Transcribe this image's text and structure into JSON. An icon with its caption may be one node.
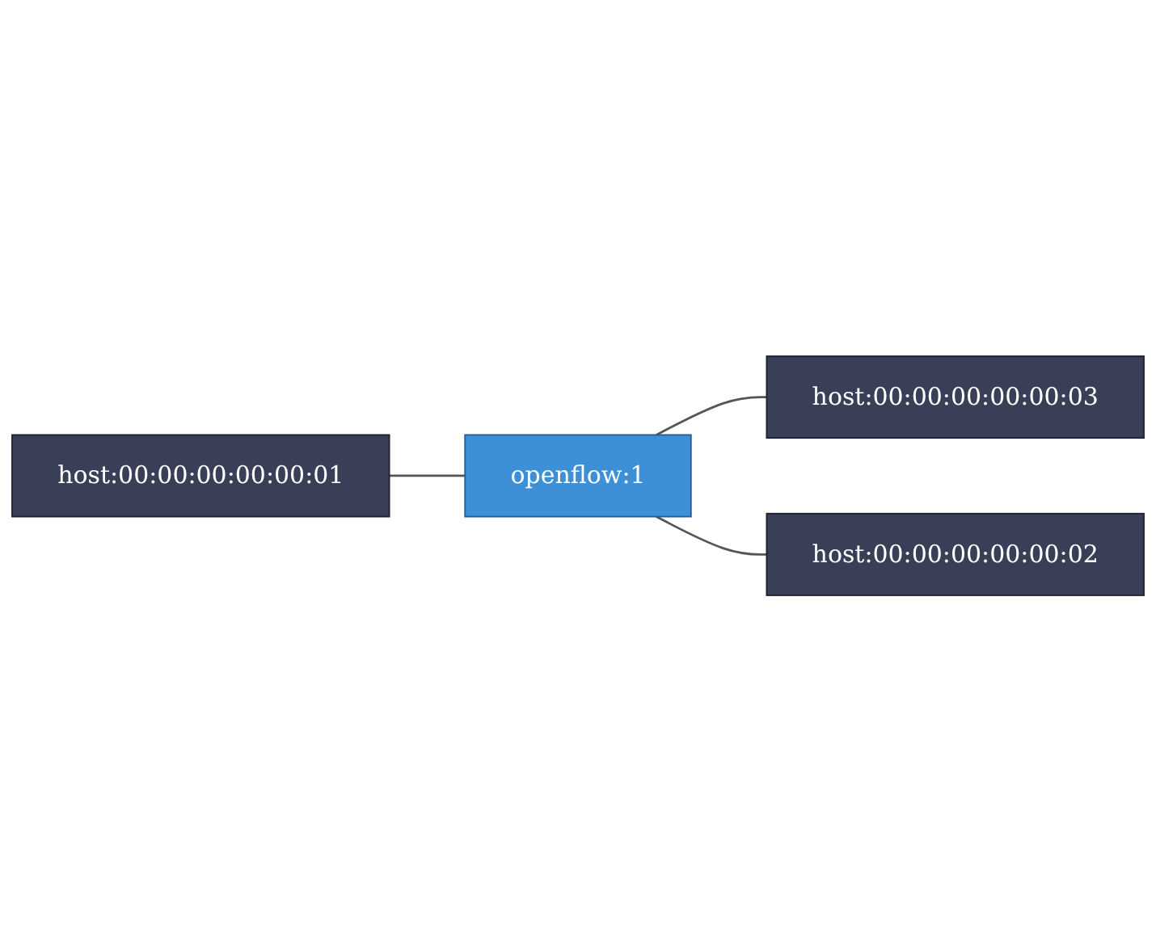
{
  "diagram": {
    "nodes": [
      {
        "text": [
          "host:00:00:00:00:00:01"
        ]
      },
      {
        "text": [
          "host:00:00:00:00:00:03"
        ]
      },
      {
        "text": [
          "openflow:1"
        ]
      },
      {
        "text": [
          "host:00:00:00:00:00:02"
        ]
      }
    ],
    "edges": [
      {
        "from": 0,
        "to": 2,
        "arrow": "none"
      },
      {
        "from": 2,
        "to": 1,
        "arrow": "none"
      },
      {
        "from": 2,
        "to": 3,
        "arrow": "none"
      }
    ]
  }
}
